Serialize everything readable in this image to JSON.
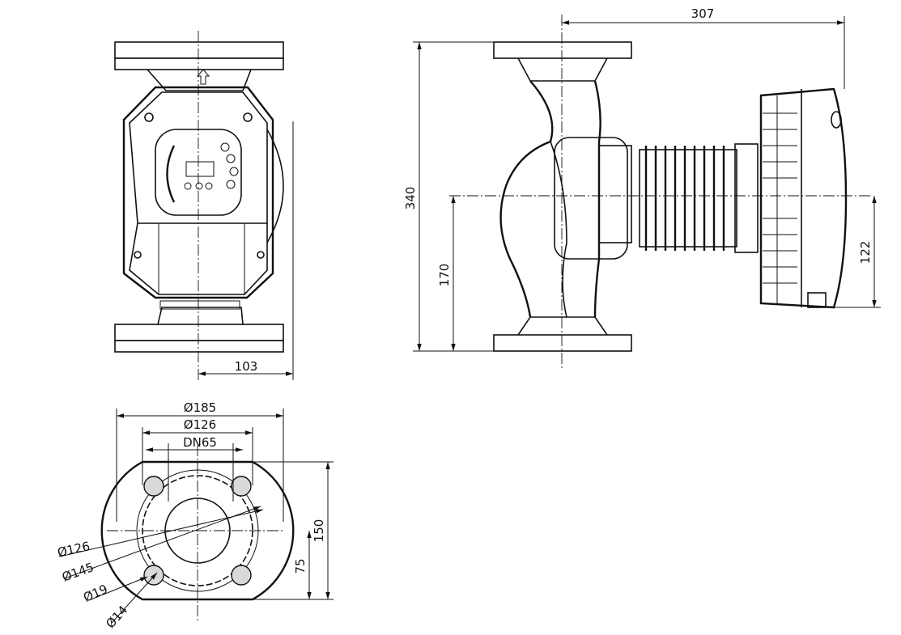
{
  "views": {
    "front": {
      "dim_103": "103"
    },
    "side": {
      "dim_307": "307",
      "dim_340": "340",
      "dim_170": "170",
      "dim_122": "122"
    },
    "flange": {
      "dim_d185": "Ø185",
      "dim_d126_top": "Ø126",
      "dim_dn65": "DN65",
      "dim_150": "150",
      "dim_75": "75",
      "dim_d126": "Ø126",
      "dim_d145": "Ø145",
      "dim_d19": "Ø19",
      "dim_d14": "Ø14"
    }
  }
}
